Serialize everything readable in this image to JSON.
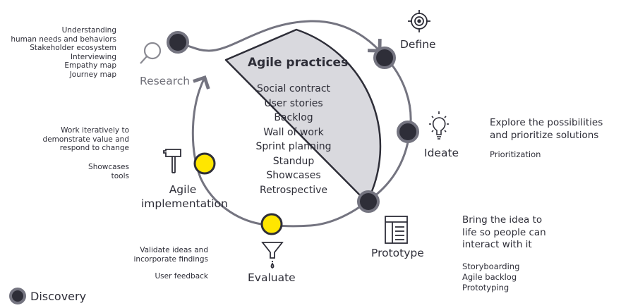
{
  "agile": {
    "title": "Agile practices",
    "items": [
      "Social contract",
      "User stories",
      "Backlog",
      "Wall of work",
      "Sprint planning",
      "Standup",
      "Showcases",
      "Retrospective"
    ]
  },
  "stages": {
    "research": {
      "label": "Research",
      "notes": [
        "Understanding",
        "human needs and behaviors",
        "Stakeholder ecosystem",
        "Interviewing",
        "Empathy map",
        "Journey map"
      ]
    },
    "define": {
      "label": "Define"
    },
    "ideate": {
      "label": "Ideate",
      "description": [
        "Explore the possibilities",
        "and prioritize solutions"
      ],
      "practices": [
        "Prioritization"
      ]
    },
    "prototype": {
      "label": "Prototype",
      "description": [
        "Bring the idea to",
        "life so people can",
        "interact with it"
      ],
      "practices": [
        "Storyboarding",
        "Agile backlog",
        "Prototyping"
      ]
    },
    "evaluate": {
      "label": "Evaluate",
      "notes": [
        "Validate ideas and",
        "incorporate findings"
      ],
      "practices": [
        "User feedback"
      ]
    },
    "agile_implementation": {
      "label_line1": "Agile",
      "label_line2": "implementation",
      "notes": [
        "Work iteratively to",
        "demonstrate value and",
        "respond to change"
      ],
      "practices": [
        "Showcases",
        "tools"
      ]
    }
  },
  "legend": {
    "label": "Discovery"
  },
  "colors": {
    "discovery_node": "#2e2e38",
    "delivery_node": "#ffe600",
    "ring": "#747480",
    "wedge": "#d9d9de"
  },
  "icons": {
    "research": "magnifier-icon",
    "define": "target-icon",
    "ideate": "lightbulb-icon",
    "prototype": "layout-icon",
    "evaluate": "funnel-icon",
    "agile_implementation": "hammer-icon"
  }
}
